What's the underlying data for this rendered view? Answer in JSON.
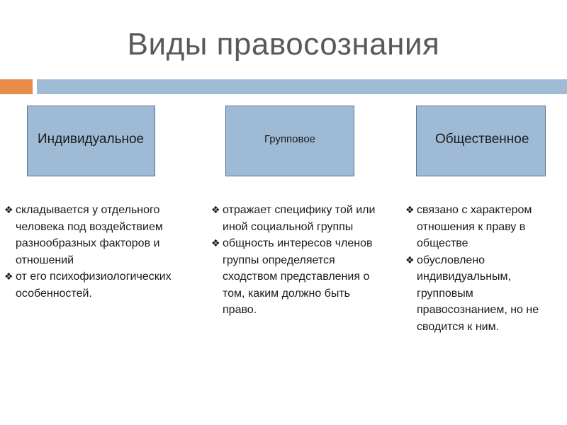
{
  "slide": {
    "title": "Виды правосознания",
    "bullet_glyph": "❖",
    "boxes": [
      {
        "label": "Индивидуальное"
      },
      {
        "label": "Групповое"
      },
      {
        "label": "Общественное"
      }
    ],
    "columns": [
      {
        "items": [
          {
            "text": " складывается у отдельного человека под воздействием разнообразных факторов и отношений"
          },
          {
            "text": " от его психофизиологических особенностей."
          }
        ]
      },
      {
        "items": [
          {
            "text": " отражает специфику той или иной социальной группы"
          },
          {
            "text": " общность интересов членов группы определяется сходством представления  о том, каким должно быть право."
          }
        ]
      },
      {
        "items": [
          {
            "text": "связано с характером отношения к праву в обществе"
          },
          {
            "text": " обусловлено индивидуальным, групповым правосознанием, но не сводится к ним."
          }
        ]
      }
    ],
    "colors": {
      "accent_orange": "#e98b4a",
      "accent_blue": "#9fbbd5",
      "box_fill": "#9fbad4",
      "title": "#595959"
    }
  }
}
